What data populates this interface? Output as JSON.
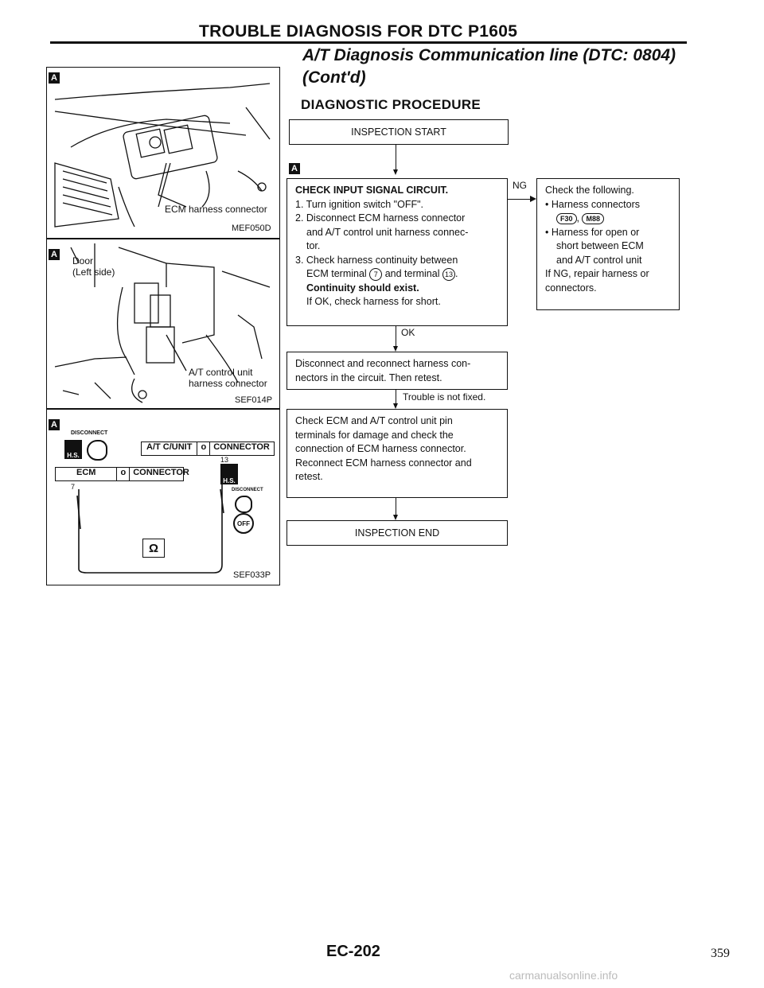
{
  "page_title": "TROUBLE DIAGNOSIS FOR DTC P1605",
  "section_title_line1": "A/T Diagnosis Communication line (DTC: 0804)",
  "section_title_line2": "(Cont'd)",
  "procedure_heading": "DIAGNOSTIC PROCEDURE",
  "figures": {
    "fig1": {
      "marker": "A",
      "callout": "ECM harness connector",
      "code": "MEF050D"
    },
    "fig2": {
      "marker": "A",
      "callout_door_1": "Door",
      "callout_door_2": "(Left side)",
      "callout_unit_1": "A/T control unit",
      "callout_unit_2": "harness connector",
      "code": "SEF014P"
    },
    "fig3": {
      "marker": "A",
      "disconnect_left": "DISCONNECT",
      "disconnect_right": "DISCONNECT",
      "hs": "H.S.",
      "at_cunit": "A/T C/UNIT",
      "connector_label": "CONNECTOR",
      "ecm": "ECM",
      "pin_left": "7",
      "pin_right": "13",
      "ohm": "Ω",
      "off": "OFF",
      "code": "SEF033P"
    }
  },
  "flow": {
    "start": "INSPECTION START",
    "step1_marker": "A",
    "step1_title": "CHECK INPUT SIGNAL CIRCUIT.",
    "step1_line1": "1. Turn ignition switch \"OFF\".",
    "step1_line2": "2. Disconnect ECM harness connector",
    "step1_line3": "and A/T control unit harness connec-",
    "step1_line4": "tor.",
    "step1_line5": "3. Check harness continuity between",
    "step1_line6_a": "ECM terminal",
    "step1_line6_t1": "7",
    "step1_line6_b": "and terminal",
    "step1_line6_t2": "13",
    "step1_line7": "Continuity should exist.",
    "step1_line8": "If OK, check harness for short.",
    "ng_label": "NG",
    "ng_line1": "Check the following.",
    "ng_line2": "• Harness connectors",
    "ng_conn1": "F30",
    "ng_conn2": "M88",
    "ng_line4": "• Harness for open or",
    "ng_line5": "short between ECM",
    "ng_line6": "and A/T control unit",
    "ng_line7": "If NG, repair harness or",
    "ng_line8": "connectors.",
    "ok_label": "OK",
    "step2_line1": "Disconnect and reconnect harness con-",
    "step2_line2": "nectors in the circuit. Then retest.",
    "not_fixed_label": "Trouble is not fixed.",
    "step3_line1": "Check ECM and A/T control unit pin",
    "step3_line2": "terminals for damage and check the",
    "step3_line3": "connection of ECM harness connector.",
    "step3_line4": "Reconnect ECM harness connector and",
    "step3_line5": "retest.",
    "end": "INSPECTION END"
  },
  "footer": {
    "page_code": "EC-202",
    "sheet_number": "359",
    "watermark": "carmanualsonline.info"
  }
}
